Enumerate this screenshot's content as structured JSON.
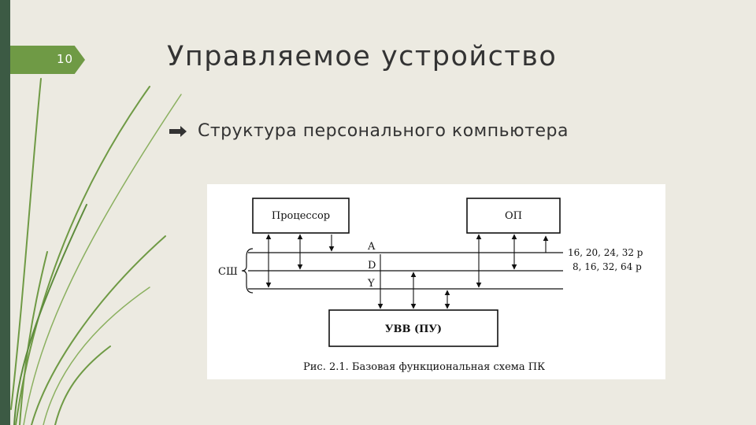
{
  "slide": {
    "number": "10",
    "title": "Управляемое устройство",
    "bullet": "Структура персонального компьютера"
  },
  "colors": {
    "left_bar": "#3c5a44",
    "number_tab": "#6f9a45",
    "background": "#eceae1"
  },
  "diagram": {
    "processor_label": "Процессор",
    "memory_label": "ОП",
    "io_label": "УВВ (ПУ)",
    "bus_label": "СШ",
    "bus_lines": [
      "A",
      "D",
      "Y"
    ],
    "address_widths": "16, 20, 24, 32 р",
    "data_widths": "8, 16, 32, 64 р",
    "caption": "Рис. 2.1. Базовая функциональная схема ПК"
  }
}
